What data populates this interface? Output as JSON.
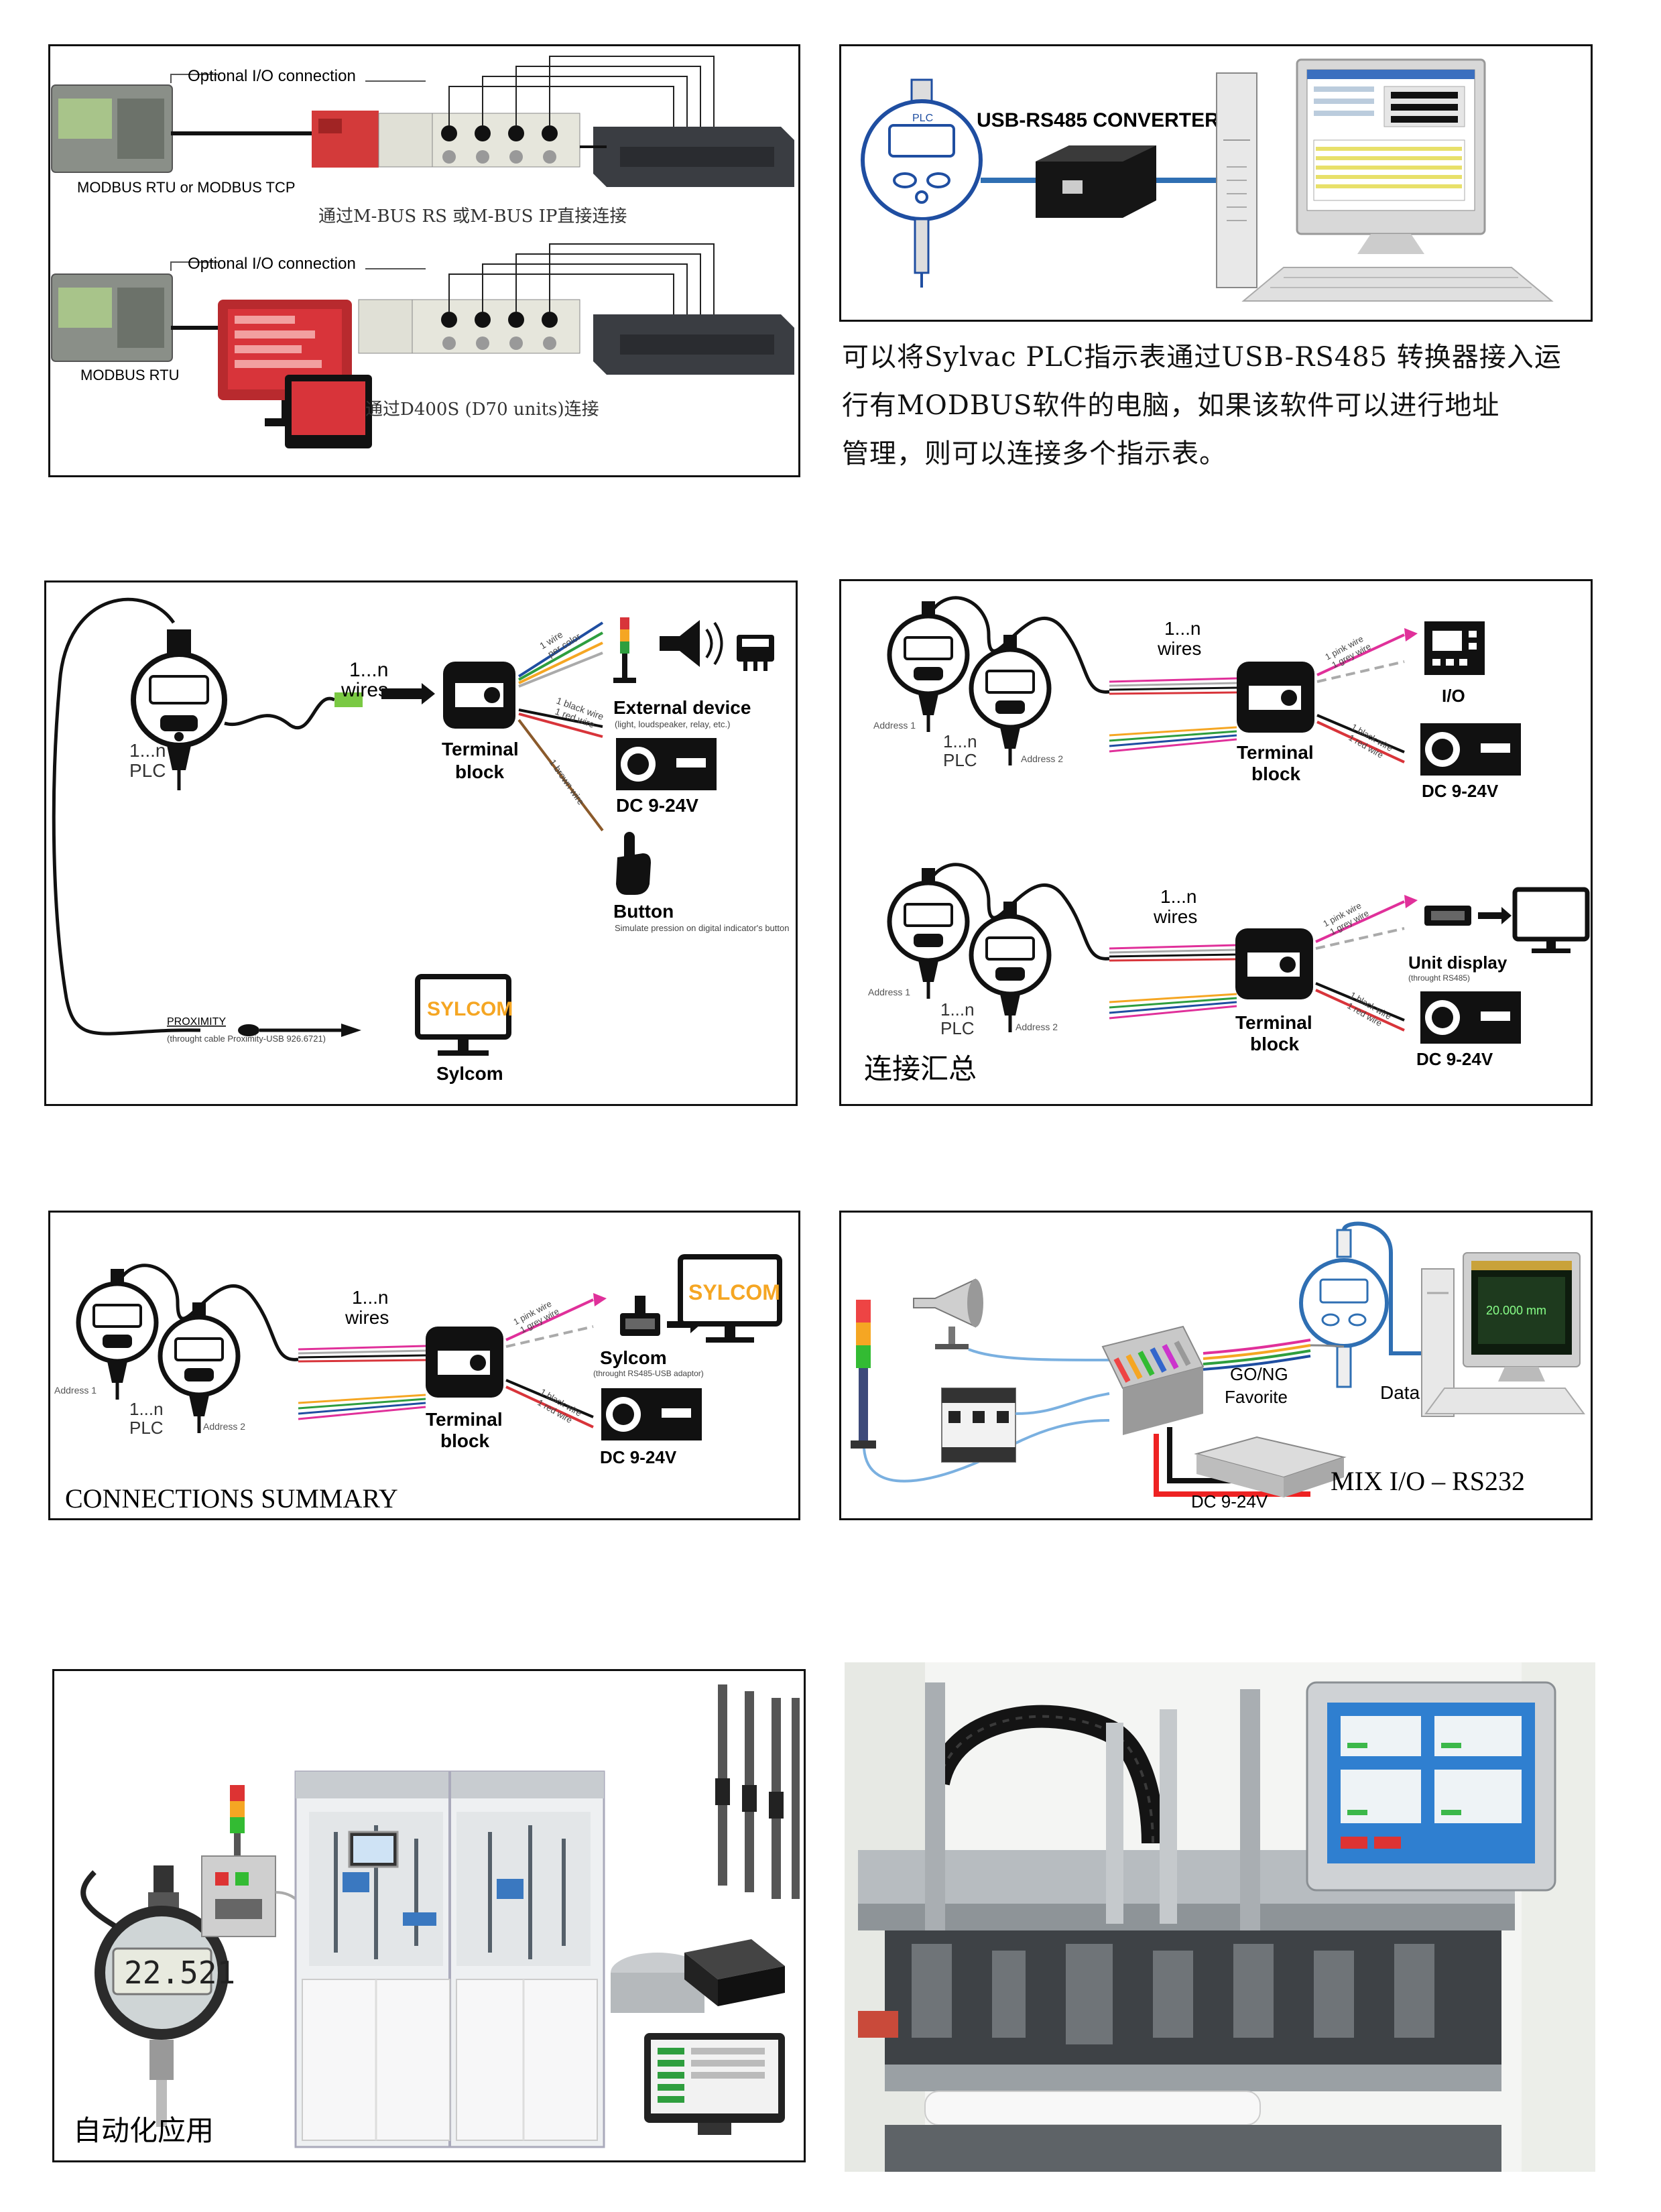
{
  "p1": {
    "row1": {
      "optional": "Optional I/O connection",
      "modbus": "MODBUS RTU or MODBUS TCP",
      "caption": "通过M-BUS RS 或M-BUS IP直接连接"
    },
    "row2": {
      "optional": "Optional I/O connection",
      "modbus": "MODBUS RTU",
      "caption": "通过D400S (D70 units)连接"
    }
  },
  "p2": {
    "converter": "USB-RS485 CONVERTER",
    "plc": "PLC",
    "desc": [
      "可以将Sylvac PLC指示表通过USB-RS485 转换器接入运",
      "行有MODBUS软件的电脑，如果该软件可以进行地址",
      "管理，则可以连接多个指示表。"
    ]
  },
  "p3": {
    "plc": "1...n\nPLC",
    "plc1": "1...n",
    "plc2": "PLC",
    "wires1": "1...n",
    "wires2": "wires",
    "tb1": "Terminal",
    "tb2": "block",
    "ext": "External device",
    "ext_sub": "(light, loudspeaker, relay, etc.)",
    "dc": "DC 9-24V",
    "button": "Button",
    "button_sub": "Simulate pression on digital indicator's button",
    "prox": "PROXIMITY",
    "prox_sub": "(throught cable Proximity-USB 926.6721)",
    "sylcom_logo": "SYLCOM",
    "sylcom": "Sylcom",
    "w_one": "1 wire\nper color",
    "w_one1": "1 wire",
    "w_one2": "per color",
    "w_black1": "1 black wire",
    "w_black2": "1 red wire",
    "w_brown": "1 brown wire"
  },
  "p4": {
    "wires1": "1...n",
    "wires2": "wires",
    "addr1": "Address 1",
    "addr2": "Address 2",
    "plc1": "1...n",
    "plc2": "PLC",
    "tb1": "Terminal",
    "tb2": "block",
    "io": "I/O",
    "dc": "DC 9-24V",
    "unit": "Unit display",
    "unit_sub": "(throught RS485)",
    "pink1": "1 pink wire",
    "pink2": "1 grey wire",
    "black1": "1 black wire",
    "black2": "1 red wire",
    "caption": "连接汇总"
  },
  "p5": {
    "wires1": "1...n",
    "wires2": "wires",
    "addr1": "Address 1",
    "addr2": "Address 2",
    "plc1": "1...n",
    "plc2": "PLC",
    "tb1": "Terminal",
    "tb2": "block",
    "sylcom_logo": "SYLCOM",
    "sylcom": "Sylcom",
    "sylcom_sub": "(throught RS485-USB adaptor)",
    "dc": "DC 9-24V",
    "pink1": "1 pink wire",
    "pink2": "1 grey wire",
    "black1": "1 black wire",
    "black2": "1 red wire",
    "caption": "CONNECTIONS SUMMARY"
  },
  "p6": {
    "gong": "GO/NG",
    "fav": "Favorite",
    "data": "Data",
    "dc": "DC 9-24V",
    "caption": "MIX I/O – RS232",
    "screen": "20.000 mm"
  },
  "p7": {
    "caption": "自动化应用",
    "display": "22.521"
  },
  "colors": {
    "plc_red": "#d8343a",
    "pink": "#e0309a",
    "orange": "#f5a623",
    "green": "#2e9e3e",
    "blue": "#1f4ea1",
    "panel_blue": "#2f6fb3"
  }
}
